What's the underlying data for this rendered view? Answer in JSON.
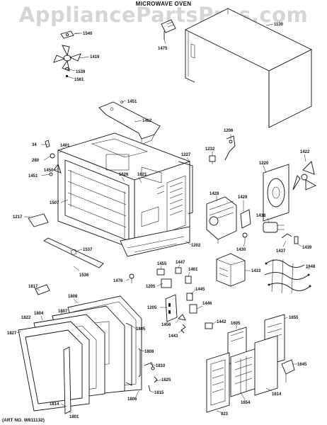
{
  "watermark": "AppliancePartsPros.com",
  "title": "MICROWAVE OVEN",
  "art_number": "(ART NO. W811132)",
  "part_labels": [
    "1540",
    "1419",
    "1539",
    "1561",
    "1475",
    "1451",
    "1462",
    "34",
    "280",
    "1401",
    "1451",
    "1450",
    "1507",
    "1217",
    "1537",
    "1536",
    "1227",
    "1626",
    "1621",
    "1206",
    "1232",
    "1220",
    "1422",
    "1428",
    "1429",
    "1438",
    "1430",
    "1437",
    "1439",
    "1202",
    "1433",
    "1648",
    "1476",
    "1455",
    "1447",
    "1461",
    "1205",
    "1445",
    "1446",
    "1205",
    "1456",
    "1443",
    "1442",
    "1605",
    "1655",
    "1817",
    "1808",
    "1804",
    "1807",
    "1822",
    "1805",
    "1827",
    "1808",
    "1810",
    "1825",
    "1815",
    "1806",
    "1654",
    "1614",
    "1645",
    "1814",
    "1801",
    "923",
    "1130"
  ]
}
